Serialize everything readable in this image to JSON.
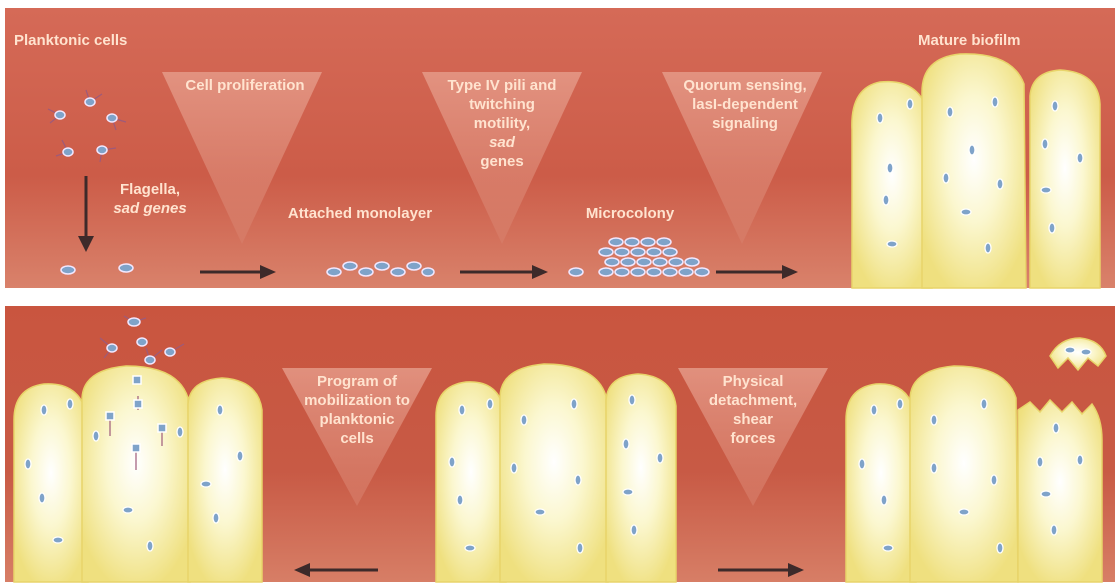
{
  "top_panel": {
    "label_planktonic": "Planktonic cells",
    "label_mature": "Mature biofilm",
    "label_flagella": "Flagella,",
    "label_sad_genes": "sad genes",
    "label_attached": "Attached monolayer",
    "label_microcolony": "Microcolony",
    "stage_1": [
      "Cell proliferation"
    ],
    "stage_2": [
      "Type IV pili and",
      "twitching",
      "motility,",
      "sad",
      "genes"
    ],
    "stage_3": [
      "Quorum sensing,",
      "lasI-dependent",
      "signaling"
    ]
  },
  "bottom_panel": {
    "stage_4": [
      "Program of",
      "mobilization to",
      "planktonic",
      "cells"
    ],
    "stage_5": [
      "Physical",
      "detachment,",
      "shear",
      "forces"
    ]
  },
  "colors": {
    "background_top": "#d9715e",
    "background_bottom": "#c9553f",
    "biofilm_fill": "#f7f0a6",
    "cell": "#7fa3c9",
    "arrow": "#3d2a2a",
    "label": "#ffe3cf"
  }
}
